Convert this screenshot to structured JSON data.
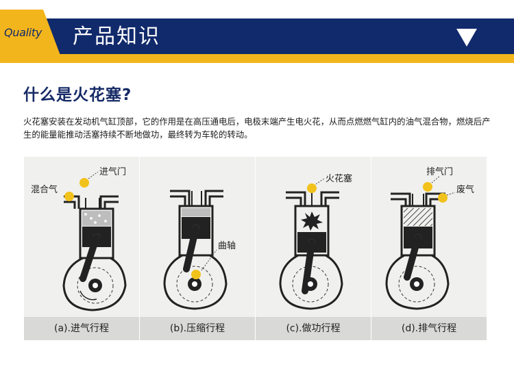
{
  "banner": {
    "quality_label": "Quality",
    "title": "产品知识",
    "arrow_icon": "triangle-down-icon",
    "colors": {
      "navy": "#112a6b",
      "gold": "#f3b51c"
    }
  },
  "heading": "什么是火花塞?",
  "description": "火花塞安装在发动机气缸顶部，它的作用是在高压通电后，电极末端产生电火花，从而点燃燃气缸内的油气混合物，燃烧后产生的能量能推动活塞持续不断地做功，最终转为车轮的转动。",
  "panels": [
    {
      "caption": "(a).进气行程",
      "labels": [
        "进气门",
        "混合气"
      ]
    },
    {
      "caption": "(b).压缩行程",
      "labels": [
        "曲轴"
      ]
    },
    {
      "caption": "(c).做功行程",
      "labels": [
        "火花塞"
      ]
    },
    {
      "caption": "(d).排气行程",
      "labels": [
        "排气门",
        "废气"
      ]
    }
  ]
}
